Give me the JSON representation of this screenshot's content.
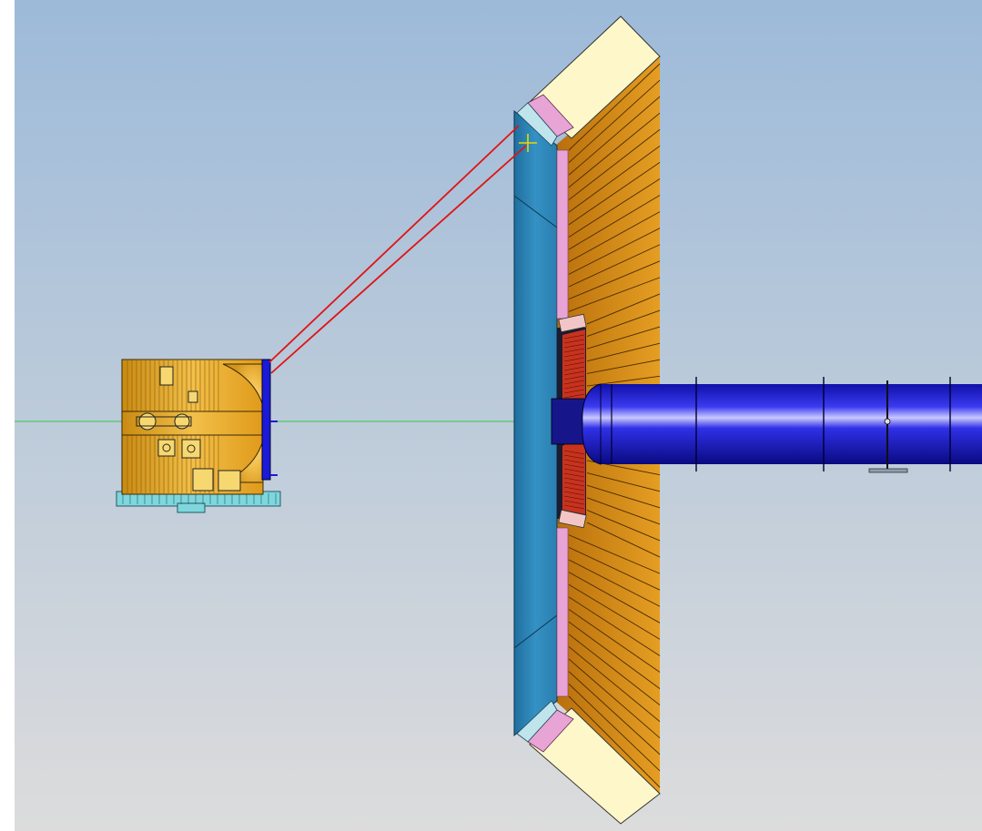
{
  "scene": {
    "background_top": "#9dbad9",
    "background_bottom": "#dcdcdc",
    "left_margin_color": "#ffffff"
  },
  "colors": {
    "sensor_gold": "#e7a81e",
    "sensor_gold_light": "#f6cd5e",
    "mirror_blue": "#2e86b8",
    "fin_orange": "#d98c17",
    "pad_cream": "#fdf7c9",
    "pad_pink": "#e7a4d4",
    "beam_tube_blue": "#1a1ad8",
    "fixture_cyan": "#7fd6dd",
    "ray_red": "#e01414",
    "axis_green": "#2ecc40",
    "cross_yellow": "#e8d800"
  },
  "components": {
    "detector": "sensor-assembly",
    "mirror": "mirror-panel",
    "beam_pipe": "beam-pipe",
    "optical_axis": "optical-axis",
    "rays": "light-rays"
  }
}
